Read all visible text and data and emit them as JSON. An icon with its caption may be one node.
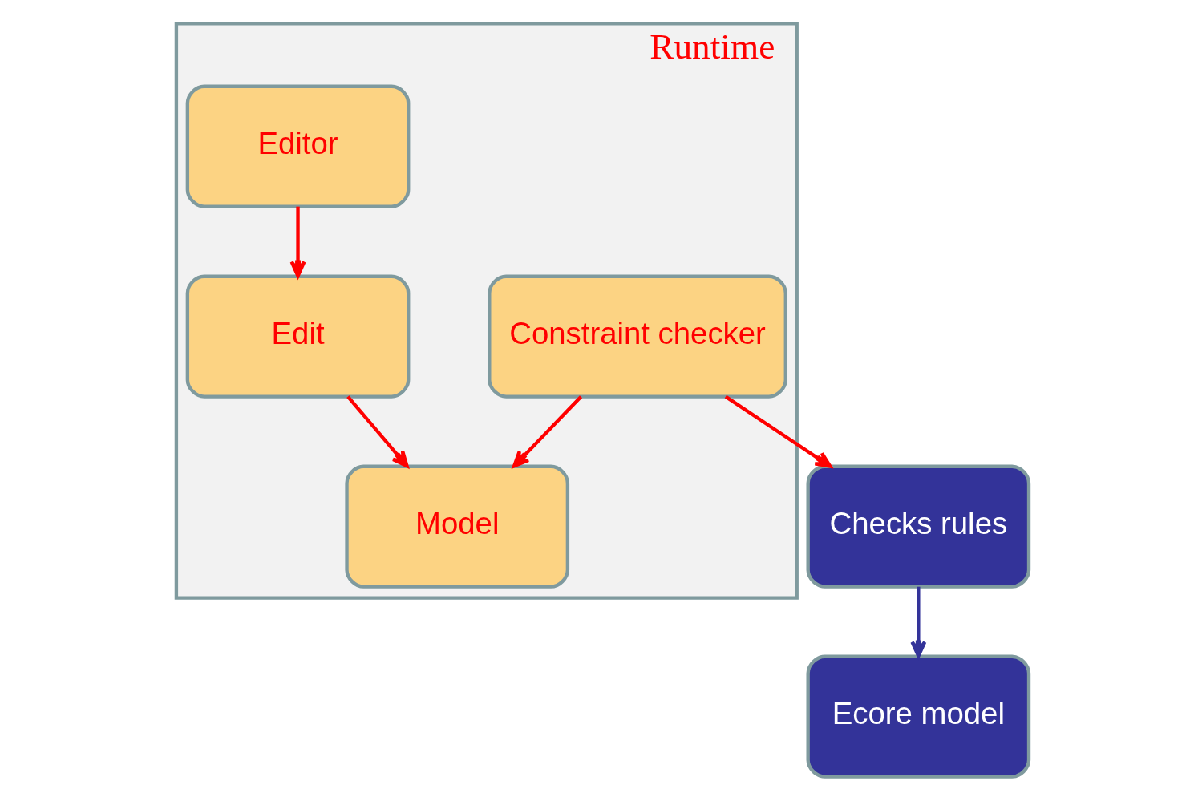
{
  "diagram": {
    "nodes": [
      {
        "text": [
          "Ecore model"
        ]
      },
      {
        "text": [
          "Checks rules"
        ]
      },
      {
        "text": [
          "Runtime"
        ]
      },
      {
        "text": [
          "Editor"
        ],
        "in": 2
      },
      {
        "text": [
          "Edit"
        ],
        "in": 2
      },
      {
        "text": [
          "Constraint checker"
        ],
        "in": 2
      },
      {
        "text": [
          "Model"
        ],
        "in": 2
      }
    ],
    "edges": [
      {
        "from": 1,
        "to": 0,
        "arrow": "to",
        "color": "#333399"
      },
      {
        "from": 3,
        "to": 4,
        "arrow": "to"
      },
      {
        "from": 4,
        "to": 6,
        "arrow": "to"
      },
      {
        "from": 5,
        "to": 6,
        "arrow": "to"
      },
      {
        "from": 5,
        "to": 1,
        "arrow": "to"
      }
    ]
  }
}
